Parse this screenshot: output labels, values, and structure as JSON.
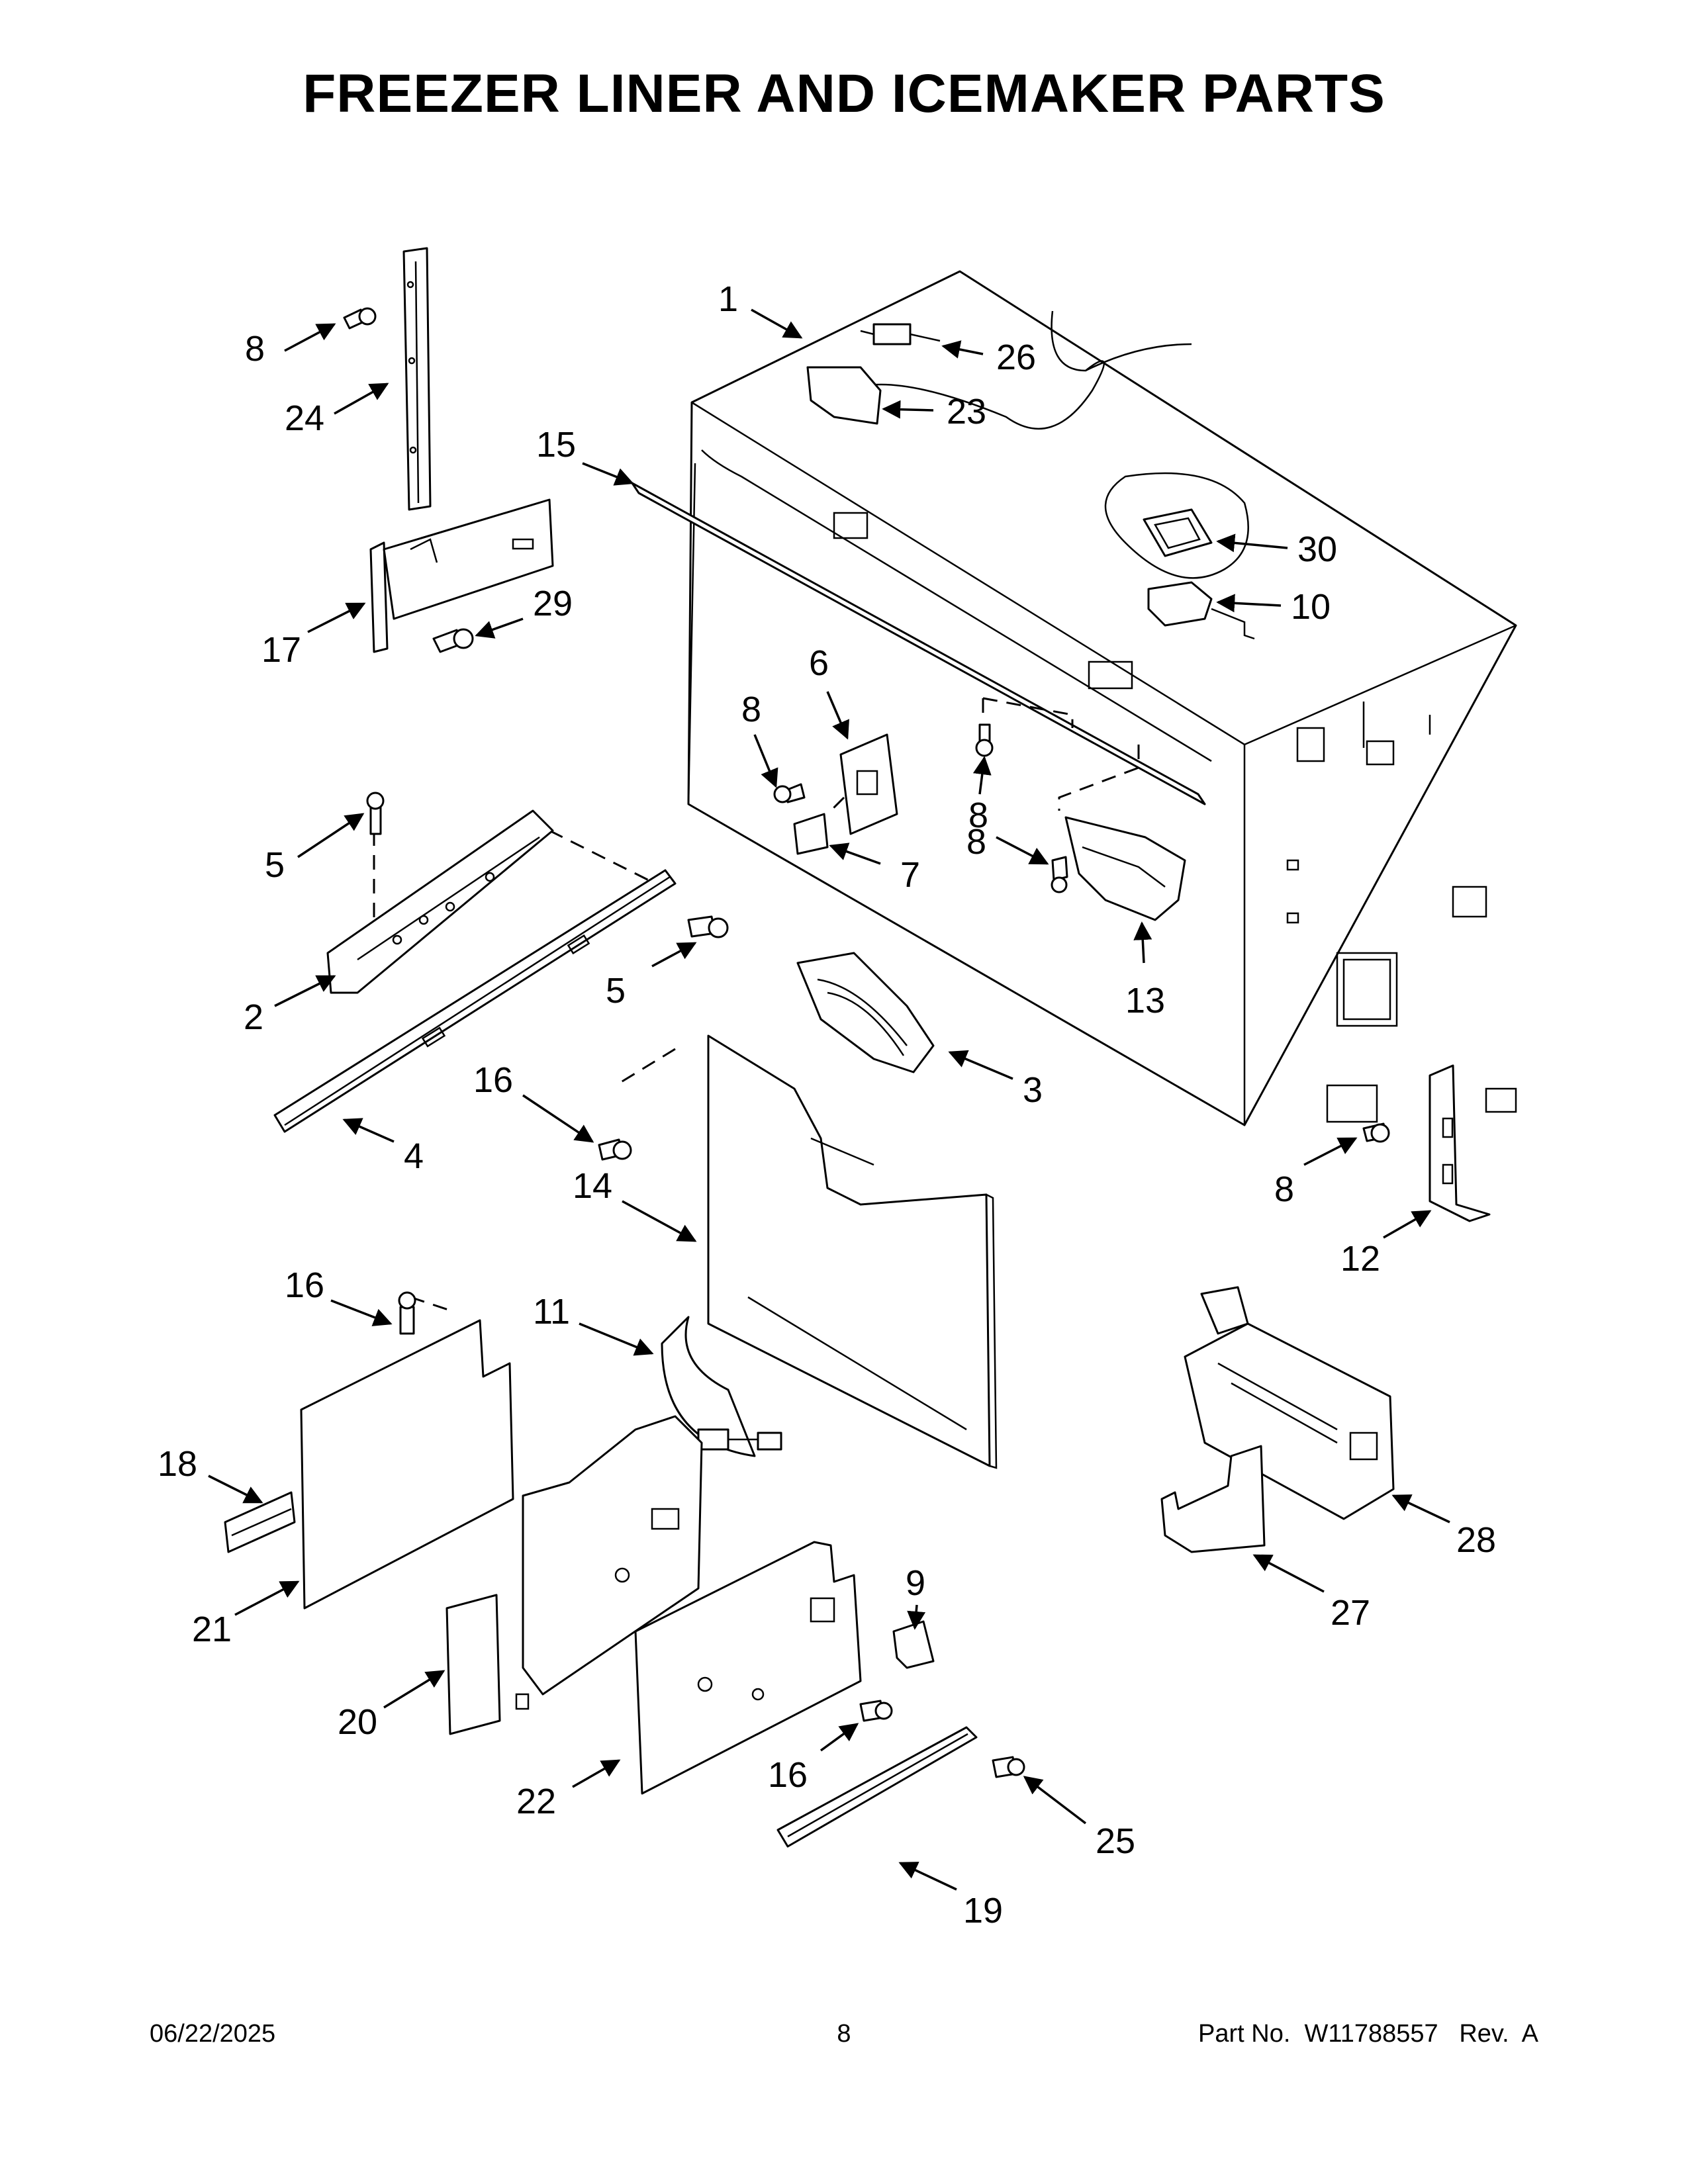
{
  "title": "FREEZER LINER AND ICEMAKER PARTS",
  "callouts": {
    "c1": "1",
    "c26": "26",
    "c23": "23",
    "c30": "30",
    "c10": "10",
    "c15": "15",
    "c8a": "8",
    "c24": "24",
    "c17": "17",
    "c29": "29",
    "c6": "6",
    "c8b": "8",
    "c8c": "8",
    "c8d": "8",
    "c7": "7",
    "c13": "13",
    "c5a": "5",
    "c5b": "5",
    "c2": "2",
    "c4": "4",
    "c16a": "16",
    "c3": "3",
    "c8e": "8",
    "c12": "12",
    "c14": "14",
    "c16b": "16",
    "c11": "11",
    "c18": "18",
    "c21": "21",
    "c20": "20",
    "c22": "22",
    "c9": "9",
    "c16c": "16",
    "c25": "25",
    "c19": "19",
    "c28": "28",
    "c27": "27"
  },
  "footer": {
    "date": "06/22/2025",
    "page": "8",
    "part": "Part No.  W11788557   Rev.  A"
  }
}
